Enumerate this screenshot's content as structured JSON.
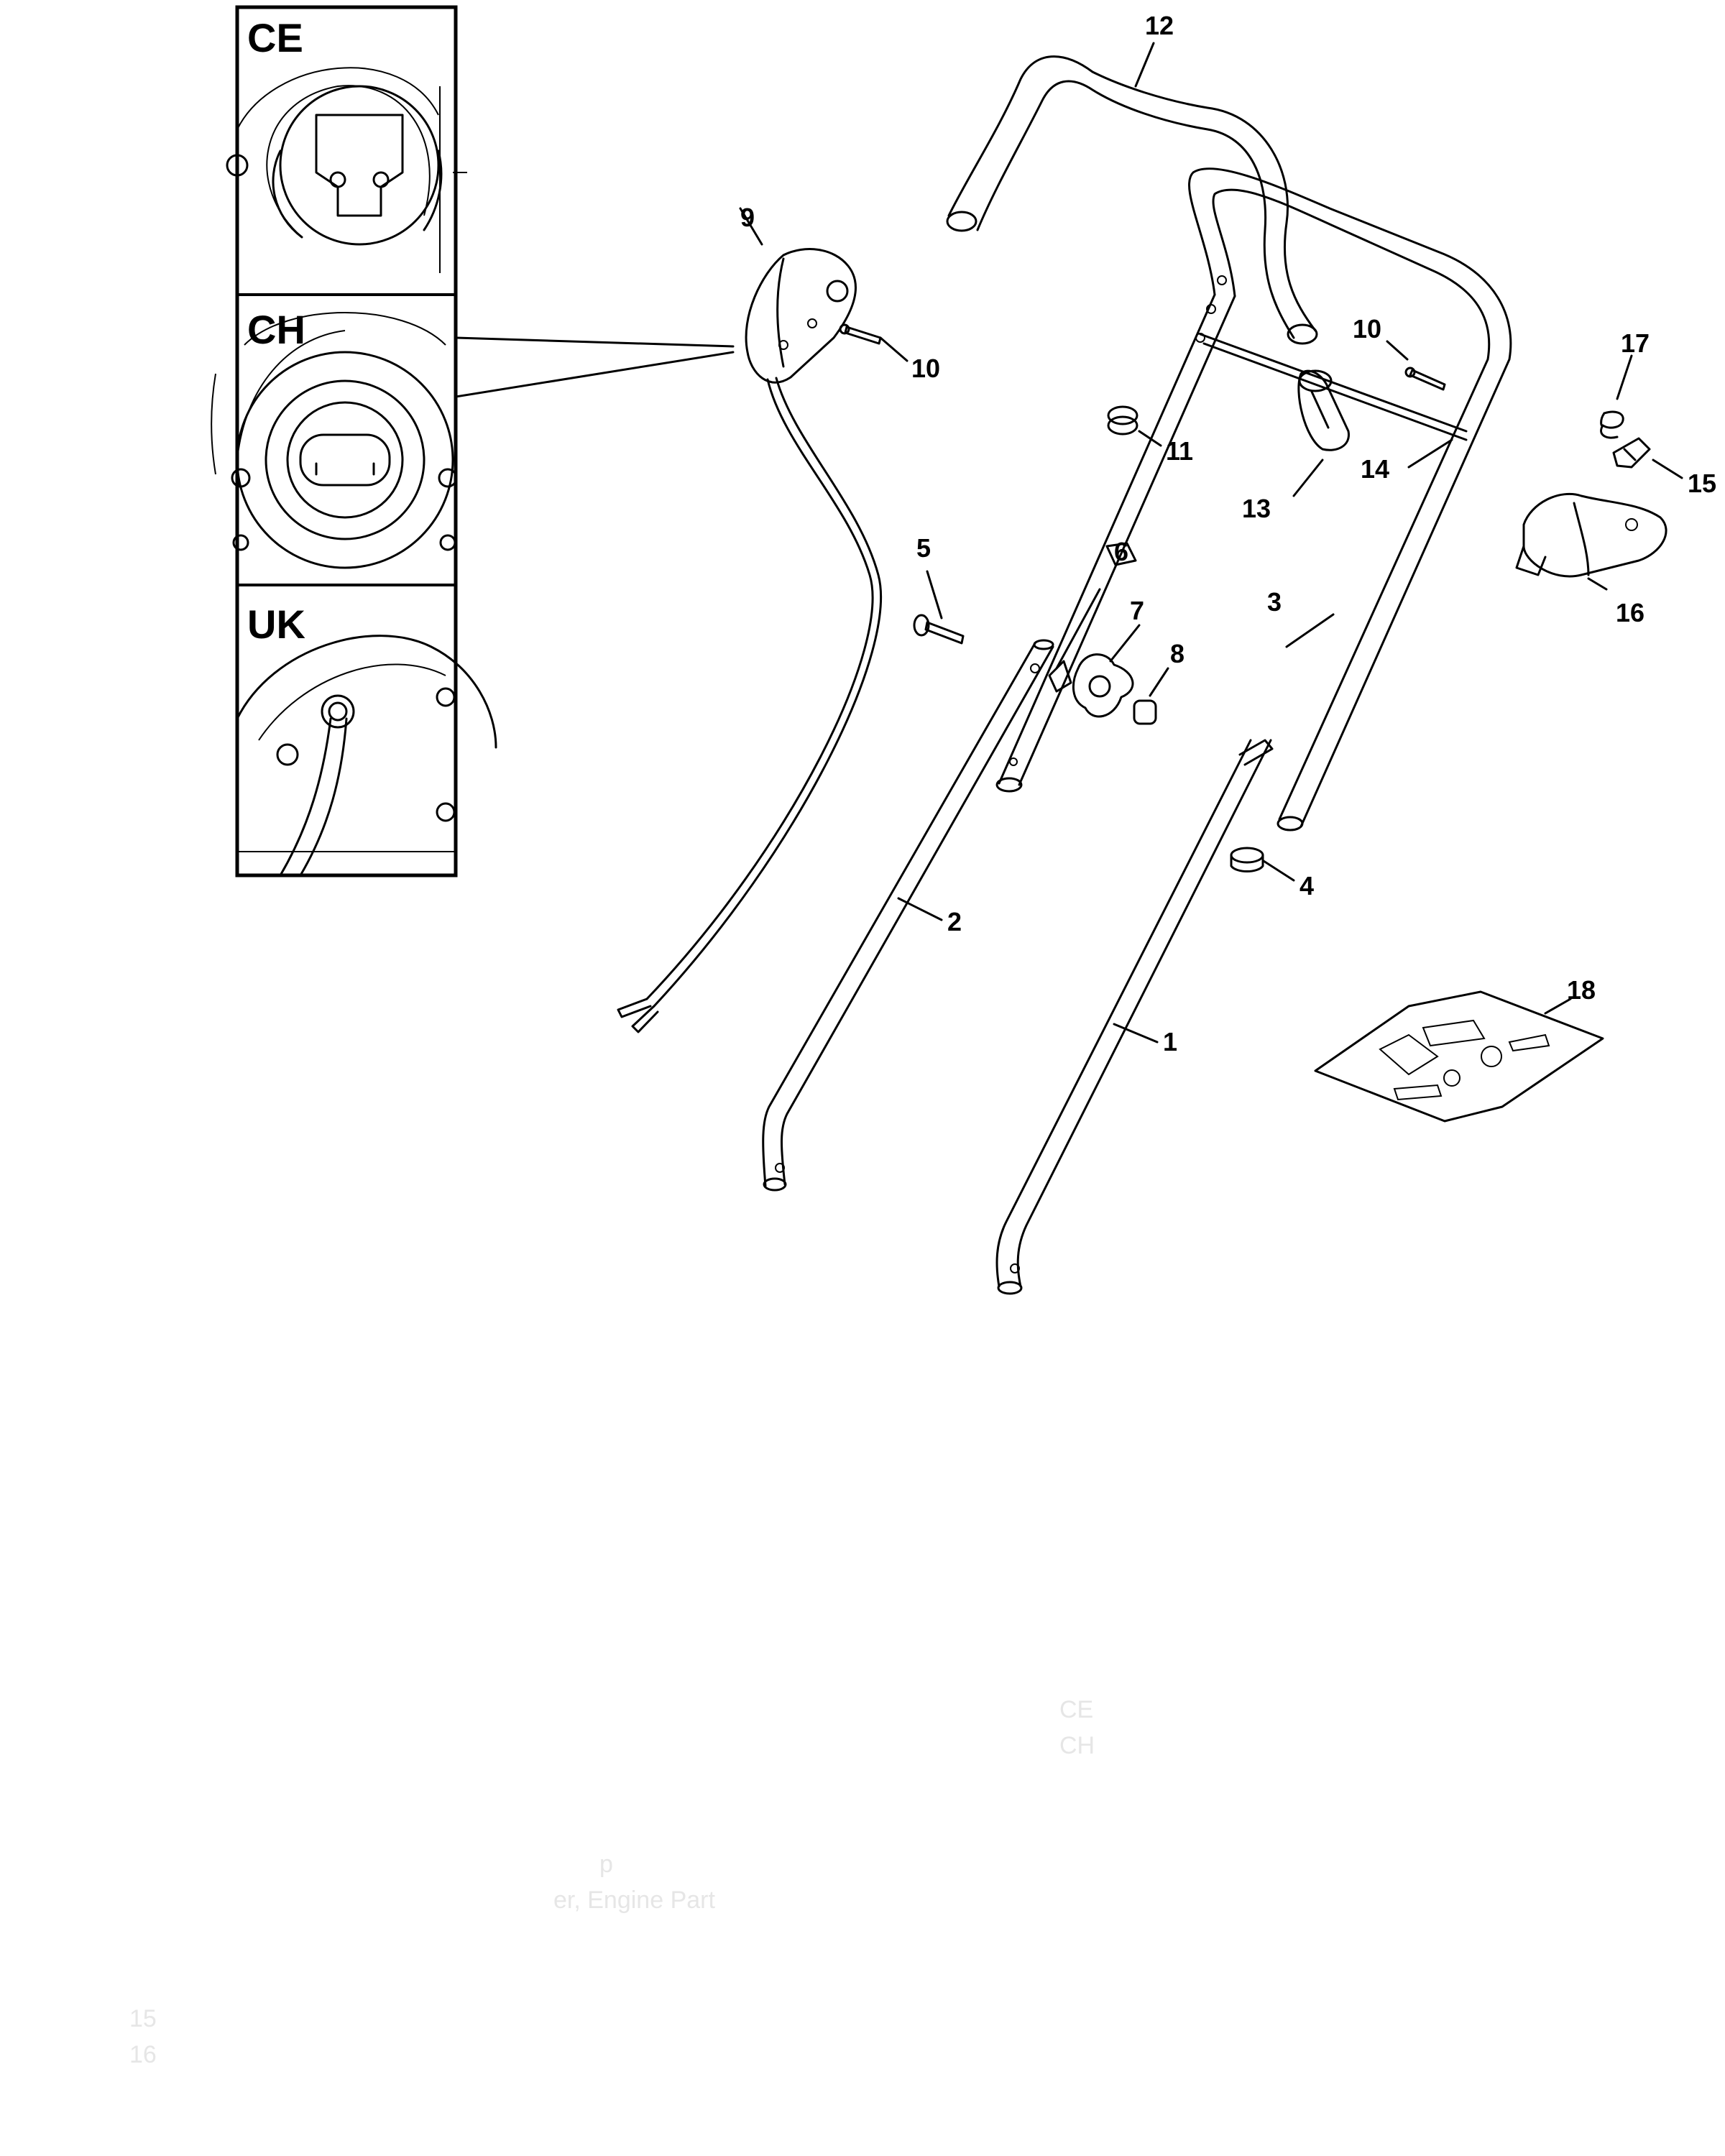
{
  "insets": [
    {
      "id": "ce",
      "label": "CE"
    },
    {
      "id": "ch",
      "label": "CH"
    },
    {
      "id": "uk",
      "label": "UK"
    }
  ],
  "callouts": [
    "1",
    "2",
    "3",
    "4",
    "5",
    "6",
    "7",
    "8",
    "9",
    "10",
    "10",
    "11",
    "12",
    "13",
    "14",
    "15",
    "16",
    "17",
    "18"
  ],
  "faded_text": [
    "CE",
    "CH",
    "p",
    "er, Engine Part",
    "15",
    "16"
  ]
}
